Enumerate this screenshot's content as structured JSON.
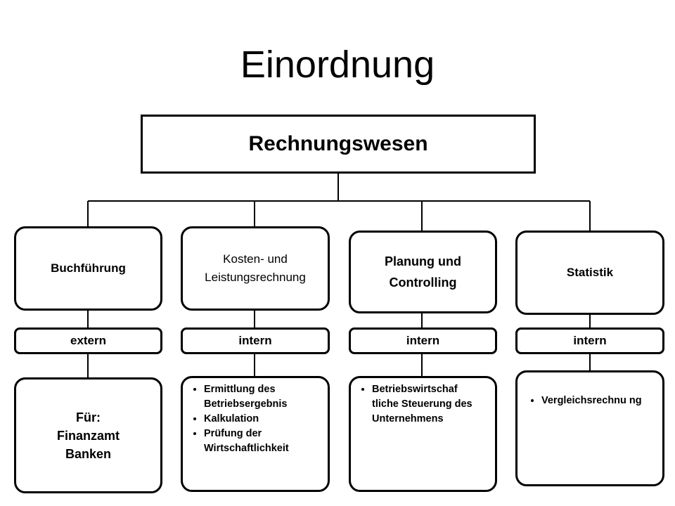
{
  "title": "Einordnung",
  "root": {
    "label": "Rechnungswesen"
  },
  "branches": [
    {
      "label": "Buchführung",
      "scope": "extern",
      "detail_lines": [
        "Für:",
        "Finanzamt",
        "Banken"
      ]
    },
    {
      "label_lines": [
        "Kosten- und",
        "Leistungsrechnung"
      ],
      "scope": "intern",
      "bullets": [
        "Ermittlung des Betriebsergebnis",
        "Kalkulation",
        "Prüfung der Wirtschaftlichkeit"
      ]
    },
    {
      "label_lines": [
        "Planung und",
        "Controlling"
      ],
      "scope": "intern",
      "bullets": [
        "Betriebswirtschaf tliche Steuerung des Unternehmens"
      ]
    },
    {
      "label": "Statistik",
      "scope": "intern",
      "bullets": [
        "Vergleichsrechnu ng"
      ]
    }
  ]
}
